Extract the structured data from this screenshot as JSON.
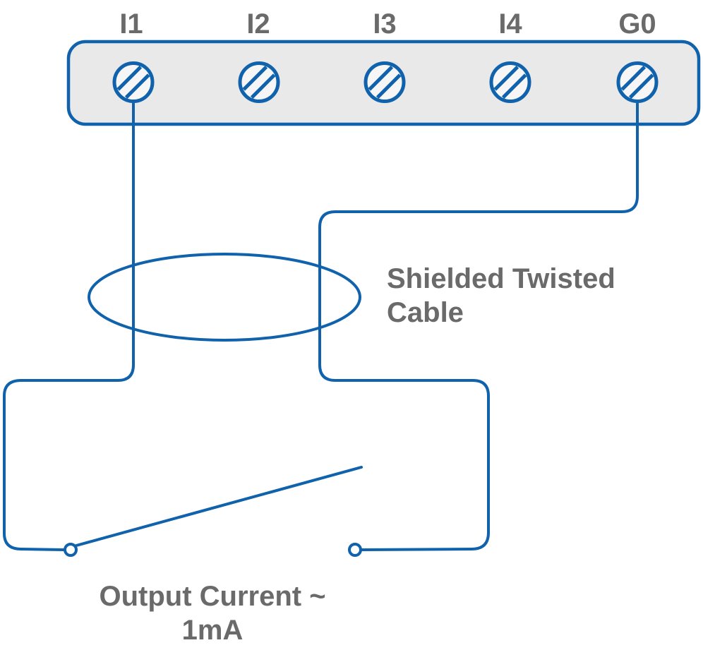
{
  "diagram": {
    "terminals": [
      {
        "label": "I1"
      },
      {
        "label": "I2"
      },
      {
        "label": "I3"
      },
      {
        "label": "I4"
      },
      {
        "label": "G0"
      }
    ],
    "cable_label": {
      "line1": "Shielded Twisted",
      "line2": "Cable"
    },
    "output_label": {
      "line1": "Output Current ~",
      "line2": "1mA"
    }
  },
  "colors": {
    "wire": "#0f62ab",
    "label-gray": "#6a6a6a",
    "block-fill": "#e9e9e9",
    "screw-fill": "#f6f6f6",
    "bg": "#ffffff"
  }
}
